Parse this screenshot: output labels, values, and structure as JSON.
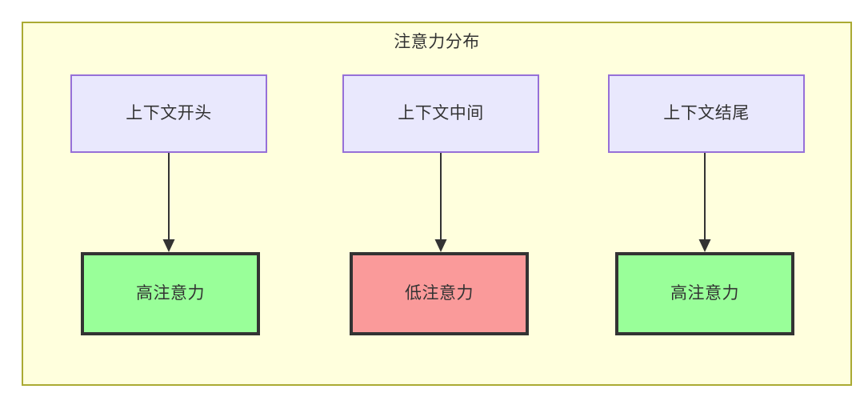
{
  "diagram": {
    "title": "注意力分布",
    "background_color": "#ffffdd",
    "border_color": "#aaaa33",
    "nodes": {
      "context": [
        {
          "id": "context-start",
          "label": "上下文开头",
          "fill": "#e9e8fd",
          "stroke": "#9670d8"
        },
        {
          "id": "context-middle",
          "label": "上下文中间",
          "fill": "#e9e8fd",
          "stroke": "#9670d8"
        },
        {
          "id": "context-end",
          "label": "上下文结尾",
          "fill": "#e9e8fd",
          "stroke": "#9670d8"
        }
      ],
      "attention": [
        {
          "id": "attention-high-start",
          "label": "高注意力",
          "fill": "#99ff99",
          "stroke": "#333333",
          "level": "high"
        },
        {
          "id": "attention-low-middle",
          "label": "低注意力",
          "fill": "#fa9a9a",
          "stroke": "#333333",
          "level": "low"
        },
        {
          "id": "attention-high-end",
          "label": "高注意力",
          "fill": "#99ff99",
          "stroke": "#333333",
          "level": "high"
        }
      ]
    },
    "edges": [
      {
        "from": "context-start",
        "to": "attention-high-start",
        "label": "",
        "style": "arrow"
      },
      {
        "from": "context-middle",
        "to": "attention-low-middle",
        "label": "",
        "style": "arrow"
      },
      {
        "from": "context-end",
        "to": "attention-high-end",
        "label": "",
        "style": "arrow"
      }
    ]
  }
}
